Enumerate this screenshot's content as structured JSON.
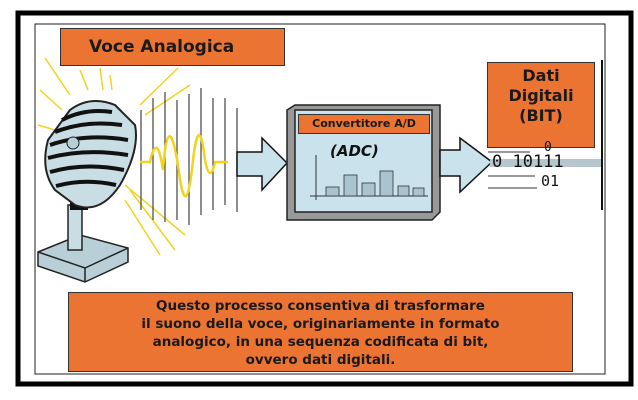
{
  "title_analog": "Voce Analogica",
  "converter": {
    "label": "Convertitore A/D",
    "abbr": "(ADC)"
  },
  "digital": {
    "line1": "Dati",
    "line2": "Digitali",
    "line3": "(BIT)"
  },
  "bits": {
    "top": "0",
    "main": "0 10111",
    "bottom": "01"
  },
  "description": {
    "line1": "Questo processo consentiva di trasformare",
    "line2": "il suono della voce, originariamente in formato",
    "line3": "analogico, in una sequenza codificata di bit,",
    "line4": "ovvero dati digitali."
  },
  "colors": {
    "orange": "#ec7433",
    "light_blue": "#c9e2ec",
    "wave": "#f2d21b"
  }
}
